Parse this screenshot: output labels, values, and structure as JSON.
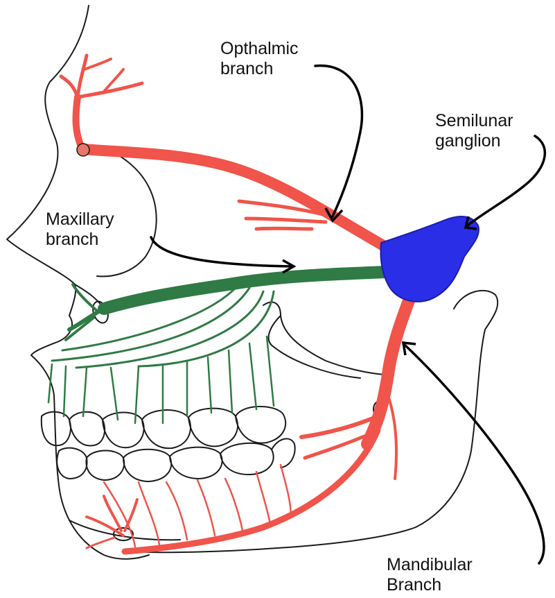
{
  "labels": {
    "ophthalmic_line1": "Opthalmic",
    "ophthalmic_line2": "branch",
    "ganglion_line1": "Semilunar",
    "ganglion_line2": "ganglion",
    "maxillary_line1": "Maxillary",
    "maxillary_line2": "branch",
    "mandibular_line1": "Mandibular",
    "mandibular_line2": "Branch"
  },
  "colors": {
    "ophthalmic": "#f0544a",
    "maxillary": "#2f7a45",
    "mandibular": "#f0544a",
    "ganglion": "#2a2ee6",
    "outline": "#1a1a1a",
    "arrow": "#000000"
  }
}
